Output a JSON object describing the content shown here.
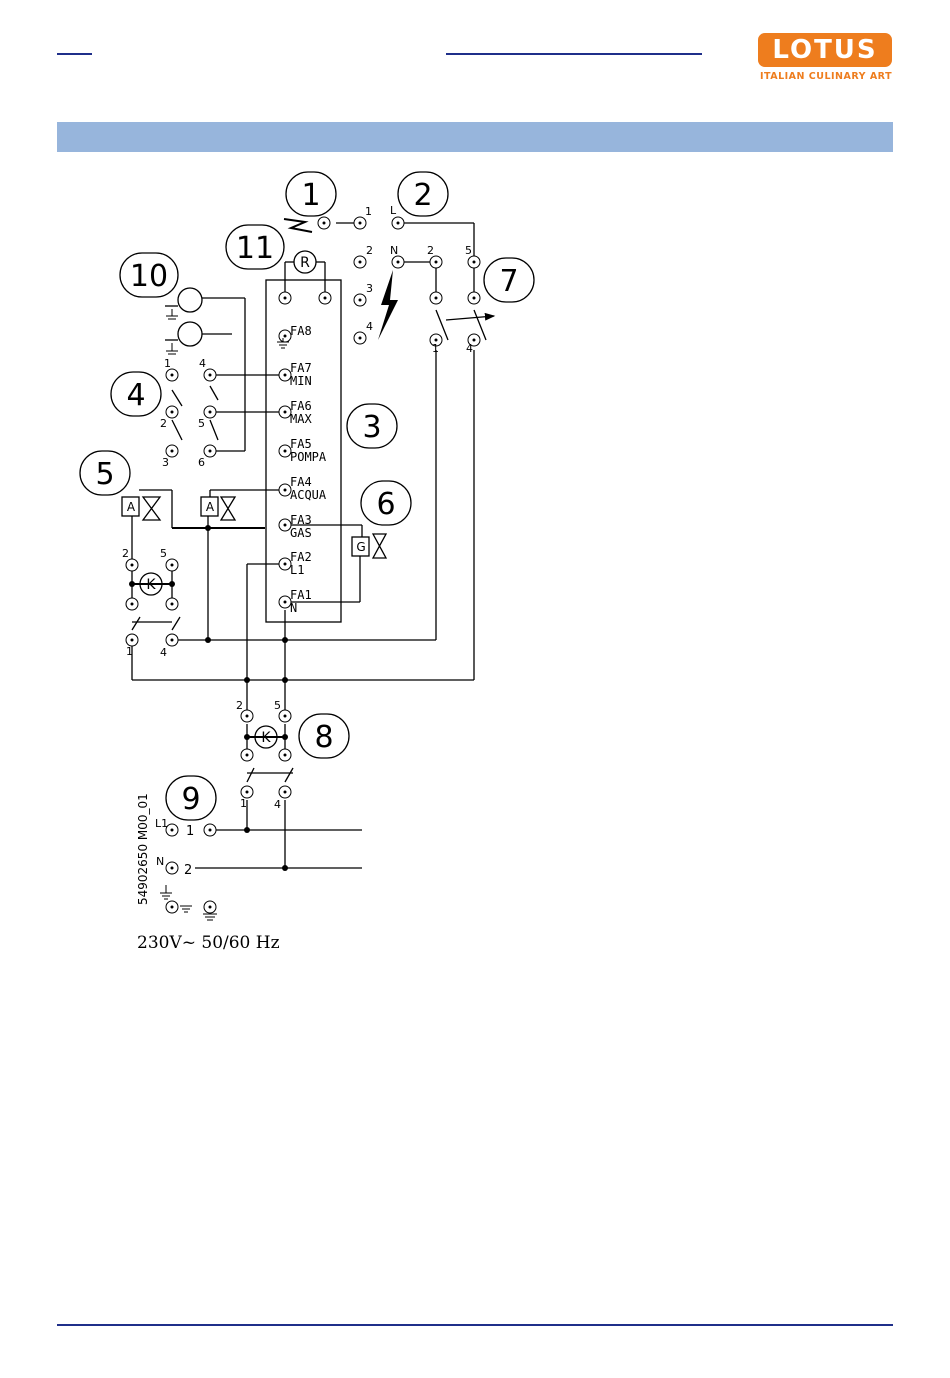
{
  "header": {
    "logo_text": "LOTUS",
    "logo_tagline": "ITALIAN CULINARY ART"
  },
  "colors": {
    "brand_orange": "#ee7d1e",
    "band_blue": "#97b5dc",
    "rule_blue": "#1f2f8a"
  },
  "diagram": {
    "callouts": [
      "1",
      "2",
      "3",
      "4",
      "5",
      "6",
      "7",
      "8",
      "9",
      "10",
      "11"
    ],
    "board_terminals": [
      {
        "code": "FA8",
        "name": ""
      },
      {
        "code": "FA7",
        "name": "MIN"
      },
      {
        "code": "FA6",
        "name": "MAX"
      },
      {
        "code": "FA5",
        "name": "POMPA"
      },
      {
        "code": "FA4",
        "name": "ACQUA"
      },
      {
        "code": "FA3",
        "name": "GAS"
      },
      {
        "code": "FA2",
        "name": "L1"
      },
      {
        "code": "FA1",
        "name": "N"
      }
    ],
    "top_terminals": {
      "t1": "1",
      "tL": "L",
      "t2": "2",
      "tN": "N",
      "t3": "3",
      "t4": "4",
      "t2b": "2",
      "t5b": "5",
      "t1b": "1",
      "t4b": "4"
    },
    "switch4": {
      "a": "1",
      "b": "4",
      "c": "2",
      "d": "5",
      "e": "3",
      "f": "6"
    },
    "relay5": {
      "a": "2",
      "b": "5",
      "c": "1",
      "d": "4"
    },
    "relay8": {
      "a": "2",
      "b": "5",
      "c": "1",
      "d": "4"
    },
    "supply": {
      "l1": "L1",
      "one": "1",
      "n": "N",
      "two": "2"
    },
    "component_letters": {
      "relay": "K",
      "valve": "A",
      "gas": "G",
      "lamp": "R"
    },
    "doc_code": "54902650 M00_01",
    "voltage": "230V~ 50/60 Hz"
  }
}
